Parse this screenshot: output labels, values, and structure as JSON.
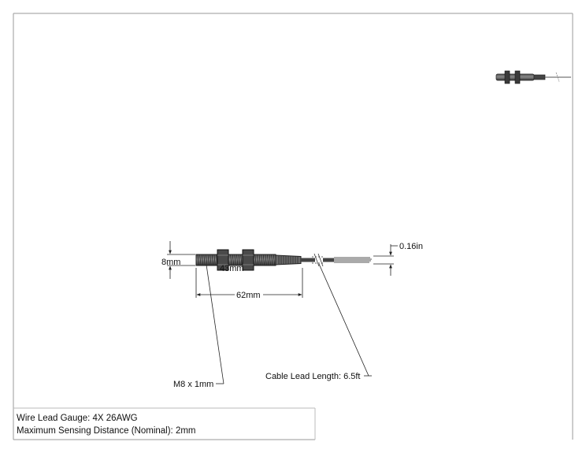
{
  "dimensions": {
    "diameter": "8mm",
    "thread_length": "43mm",
    "overall_length": "62mm",
    "wire_diameter": "0.16in",
    "thread_spec": "M8 x 1mm",
    "cable_lead": "Cable Lead Length: 6.5ft"
  },
  "notes": {
    "wire_gauge": "Wire Lead Gauge: 4X 26AWG",
    "sensing_distance": "Maximum Sensing Distance (Nominal): 2mm"
  },
  "colors": {
    "line": "#222222",
    "body_dark": "#2a2a2a",
    "body_mid": "#6b6b6b",
    "frame": "#9a9a9a"
  }
}
